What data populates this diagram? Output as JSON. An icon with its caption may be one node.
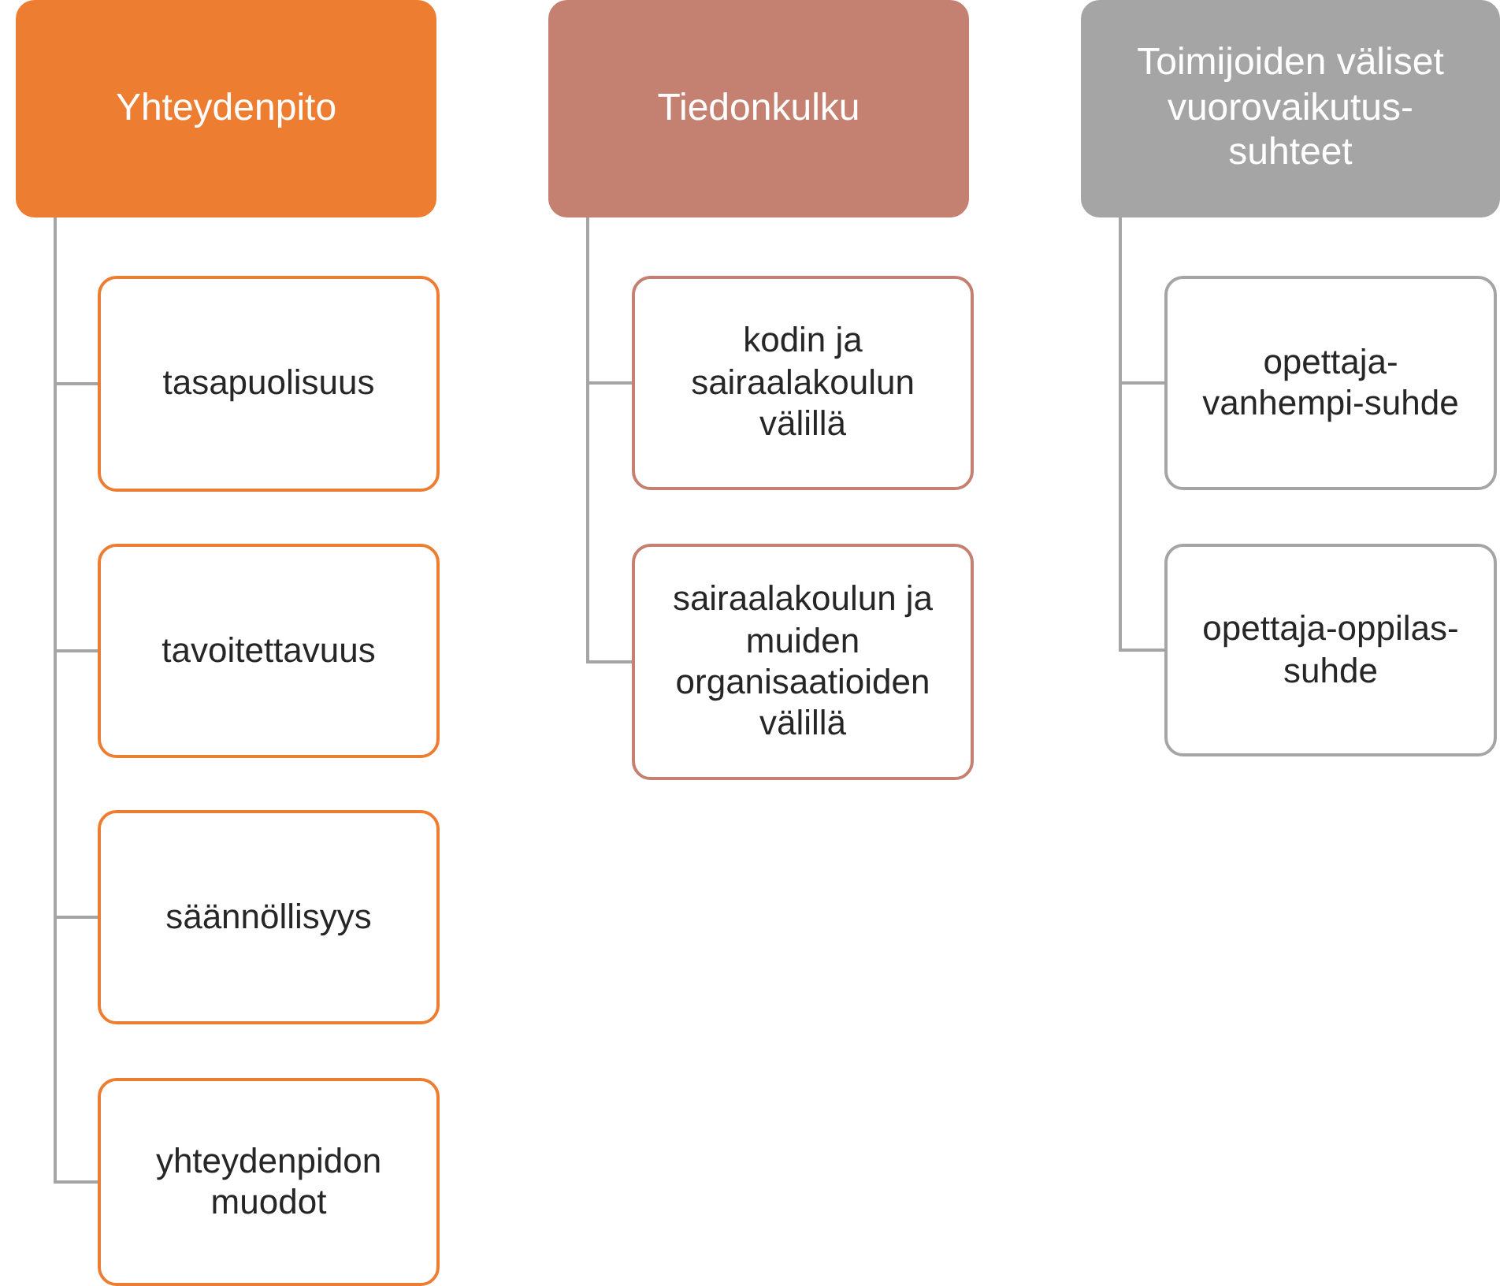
{
  "diagram": {
    "nodes": [
      {
        "text": [
          "Yhteydenpito"
        ]
      },
      {
        "text": [
          "tasapuolisuus"
        ]
      },
      {
        "text": [
          "tavoitettavuus"
        ]
      },
      {
        "text": [
          "säännöllisyys"
        ]
      },
      {
        "text": [
          "yhteydenpidon muodot"
        ]
      },
      {
        "text": [
          "Tiedonkulku"
        ]
      },
      {
        "text": [
          "kodin ja sairaalakoulun välillä"
        ]
      },
      {
        "text": [
          "sairaalakoulun ja muiden organisaatioiden välillä"
        ]
      },
      {
        "text": [
          "Toimijoiden väliset vuorovaikutus-suhteet"
        ]
      },
      {
        "text": [
          "opettaja-vanhempi-suhde"
        ]
      },
      {
        "text": [
          "opettaja-oppilas-suhde"
        ]
      }
    ],
    "edges": [
      {
        "from": 0,
        "to": 1,
        "arrow": "none"
      },
      {
        "from": 0,
        "to": 2,
        "arrow": "none"
      },
      {
        "from": 0,
        "to": 3,
        "arrow": "none"
      },
      {
        "from": 0,
        "to": 4,
        "arrow": "none"
      },
      {
        "from": 5,
        "to": 6,
        "arrow": "none"
      },
      {
        "from": 5,
        "to": 7,
        "arrow": "none"
      },
      {
        "from": 8,
        "to": 9,
        "arrow": "none"
      },
      {
        "from": 8,
        "to": 10,
        "arrow": "none"
      }
    ]
  }
}
